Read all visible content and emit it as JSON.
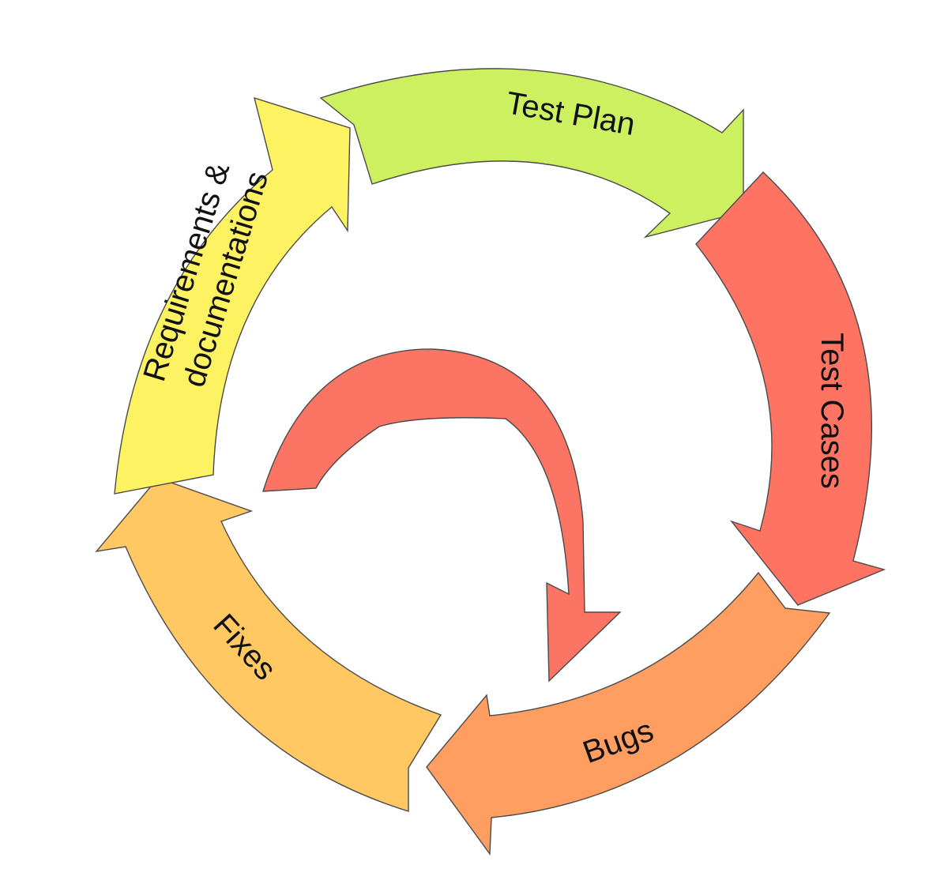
{
  "cycle": {
    "stages": [
      {
        "label_lines": [
          "Test Plan"
        ],
        "color": "#cdf060"
      },
      {
        "label_lines": [
          "Test Cases"
        ],
        "color": "#ff7362"
      },
      {
        "label_lines": [
          "Bugs"
        ],
        "color": "#ff9e60"
      },
      {
        "label_lines": [
          "Fixes"
        ],
        "color": "#ffc862"
      },
      {
        "label_lines": [
          "Requirements &",
          "documentations"
        ],
        "color": "#fdf262"
      }
    ]
  },
  "inner_loop": {
    "color": "#fc7464"
  }
}
